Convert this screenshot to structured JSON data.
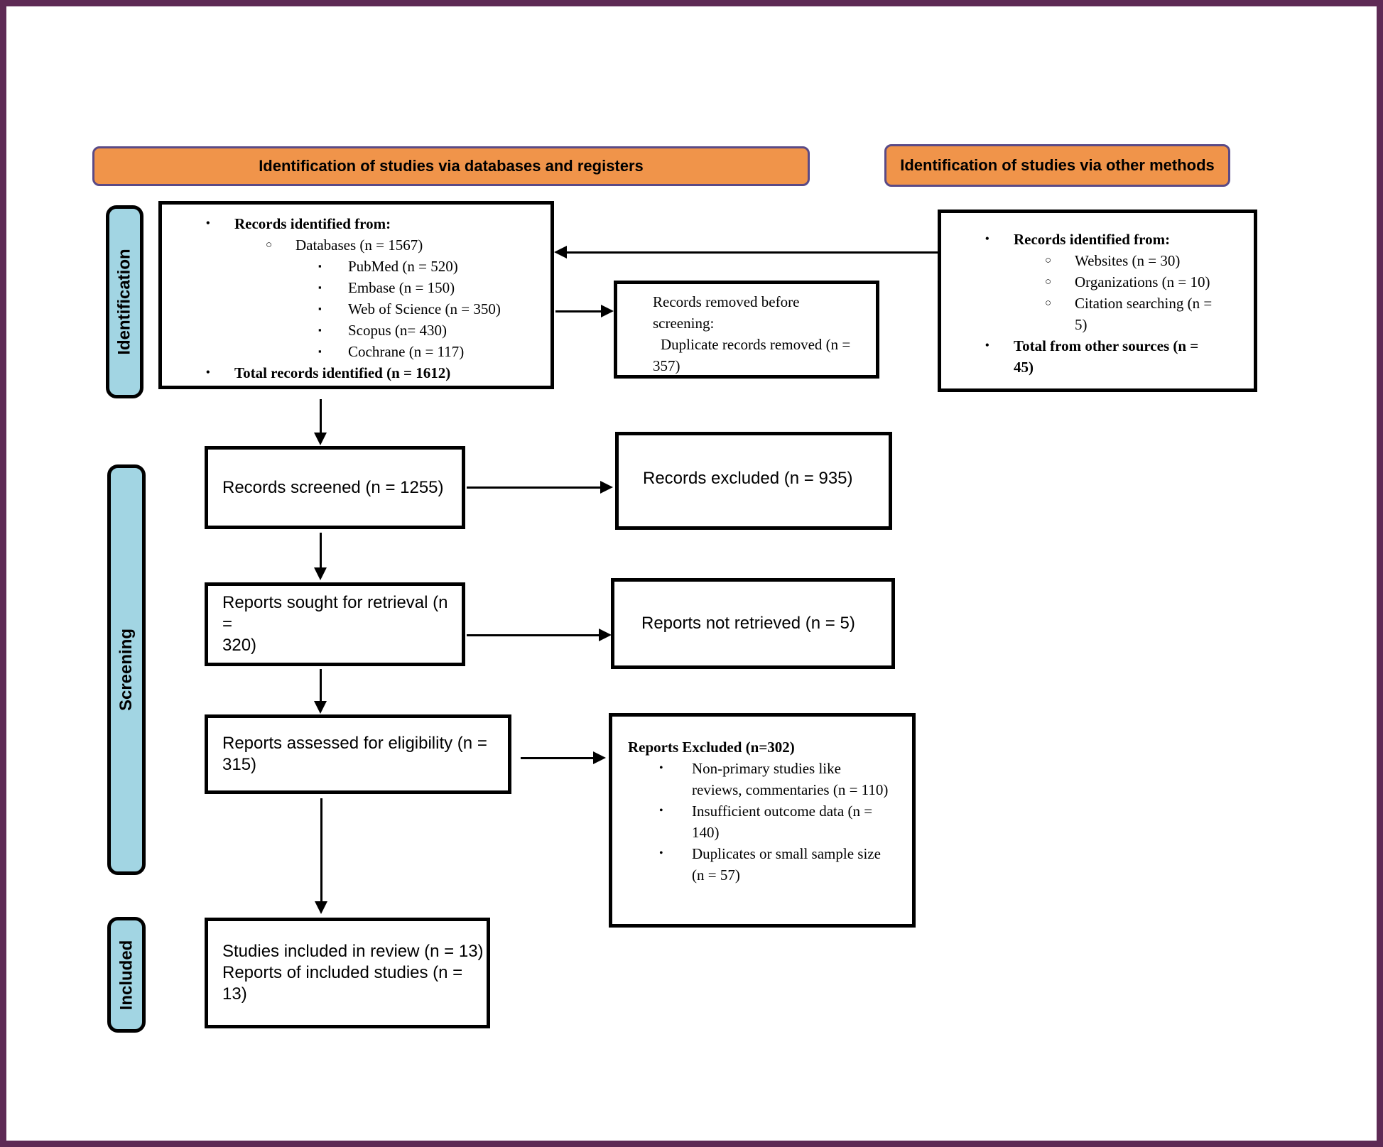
{
  "headers": {
    "left": "Identification of studies via databases and registers",
    "right": "Identification of studies via other methods",
    "fill_color": "#F0944A",
    "border_color": "#5A4A86"
  },
  "sidebar": {
    "fill_color": "#A2D5E3",
    "items": [
      {
        "label": "Identification"
      },
      {
        "label": "Screening"
      },
      {
        "label": "Included"
      }
    ]
  },
  "frame_color": "#5E2A55",
  "boxes": {
    "identified": {
      "lines": [
        {
          "bullet": "•",
          "text": "Records identified from:"
        },
        {
          "bullet": "○",
          "text": "Databases (n = 1567)"
        },
        {
          "bullet": "▪",
          "text": "PubMed (n = 520)"
        },
        {
          "bullet": "▪",
          "text": "Embase (n = 150)"
        },
        {
          "bullet": "▪",
          "text": "Web of Science (n = 350)"
        },
        {
          "bullet": "▪",
          "text": "Scopus (n= 430)"
        },
        {
          "bullet": "▪",
          "text": "Cochrane (n = 117)"
        },
        {
          "bullet": "•",
          "text": "Total records identified (n = 1612)"
        }
      ]
    },
    "removed": {
      "line1": "Records removed before\nscreening:",
      "line2": "Duplicate records removed (n =\n357)"
    },
    "other": {
      "lines": [
        {
          "bullet": "•",
          "text": "Records identified from:"
        },
        {
          "bullet": "○",
          "text": "Websites (n = 30)"
        },
        {
          "bullet": "○",
          "text": "Organizations (n = 10)"
        },
        {
          "bullet": "○",
          "text": "Citation searching (n =\n5)"
        },
        {
          "bullet": "•",
          "text": "Total from other sources (n =\n45)"
        }
      ]
    },
    "screened": {
      "text": "Records screened (n = 1255)"
    },
    "excluded": {
      "text": "Records excluded (n = 935)"
    },
    "sought": {
      "text": "Reports sought for retrieval (n =\n320)"
    },
    "notretrieved": {
      "text": "Reports not retrieved (n = 5)"
    },
    "assessed": {
      "text": "Reports assessed for eligibility (n =\n315)"
    },
    "reports_excluded": {
      "title": "Reports Excluded (n=302)",
      "items": [
        {
          "bullet": "•",
          "text": "Non-primary studies like\nreviews, commentaries (n = 110)"
        },
        {
          "bullet": "•",
          "text": "Insufficient outcome data (n =\n140)"
        },
        {
          "bullet": "•",
          "text": "Duplicates or small sample size\n(n = 57)"
        }
      ]
    },
    "included": {
      "line1": "Studies included in review (n = 13)",
      "line2": "Reports of included studies (n = 13)"
    }
  }
}
